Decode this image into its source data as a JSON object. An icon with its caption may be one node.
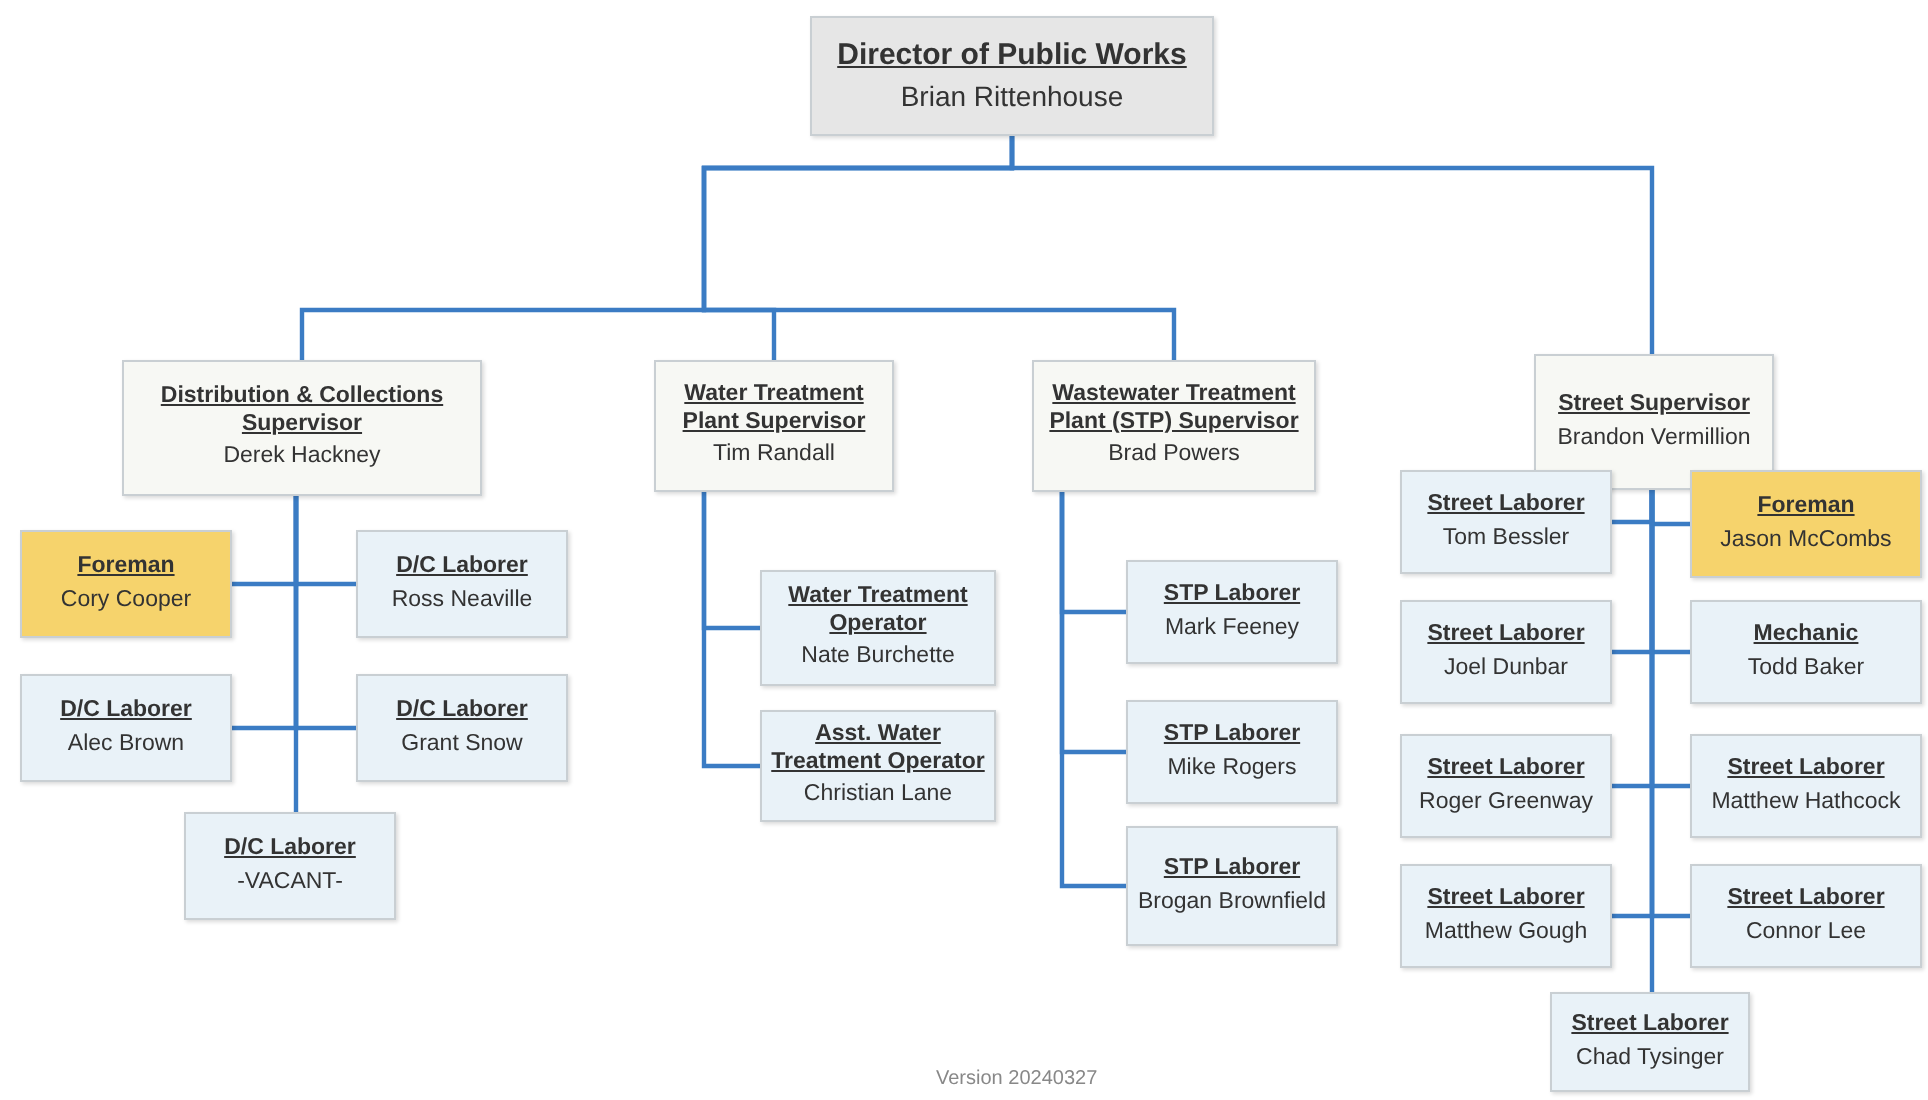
{
  "diagram": {
    "nodes": [
      {
        "text": [
          "Director of Public Works",
          "Brian Rittenhouse"
        ]
      },
      {
        "text": [
          "Distribution & Collections Supervisor",
          "Derek Hackney"
        ]
      },
      {
        "text": [
          "Water Treatment Plant Supervisor",
          "Tim Randall"
        ]
      },
      {
        "text": [
          "Wastewater Treatment Plant (STP) Supervisor",
          "Brad Powers"
        ]
      },
      {
        "text": [
          "Street Supervisor",
          "Brandon Vermillion"
        ]
      },
      {
        "text": [
          "Foreman",
          "Cory Cooper"
        ]
      },
      {
        "text": [
          "D/C Laborer",
          "Ross Neaville"
        ]
      },
      {
        "text": [
          "D/C Laborer",
          "Alec Brown"
        ]
      },
      {
        "text": [
          "D/C Laborer",
          "Grant Snow"
        ]
      },
      {
        "text": [
          "D/C Laborer",
          "-VACANT-"
        ]
      },
      {
        "text": [
          "Water Treatment Operator",
          "Nate Burchette"
        ]
      },
      {
        "text": [
          "Asst. Water Treatment Operator",
          "Christian Lane"
        ]
      },
      {
        "text": [
          "STP Laborer",
          "Mark Feeney"
        ]
      },
      {
        "text": [
          "STP Laborer",
          "Mike Rogers"
        ]
      },
      {
        "text": [
          "STP Laborer",
          "Brogan Brownfield"
        ]
      },
      {
        "text": [
          "Street Laborer",
          "Tom Bessler"
        ]
      },
      {
        "text": [
          "Foreman",
          "Jason McCombs"
        ]
      },
      {
        "text": [
          "Street Laborer",
          "Joel Dunbar"
        ]
      },
      {
        "text": [
          "Mechanic",
          "Todd Baker"
        ]
      },
      {
        "text": [
          "Street Laborer",
          "Roger Greenway"
        ]
      },
      {
        "text": [
          "Street Laborer",
          "Matthew Hathcock"
        ]
      },
      {
        "text": [
          "Street Laborer",
          "Matthew Gough"
        ]
      },
      {
        "text": [
          "Street Laborer",
          "Connor Lee"
        ]
      },
      {
        "text": [
          "Street Laborer",
          "Chad Tysinger"
        ]
      }
    ],
    "edges": [
      {
        "from": 0,
        "to": 1,
        "arrow": "none"
      },
      {
        "from": 0,
        "to": 2,
        "arrow": "none"
      },
      {
        "from": 0,
        "to": 3,
        "arrow": "none"
      },
      {
        "from": 0,
        "to": 4,
        "arrow": "none"
      },
      {
        "from": 1,
        "to": 5,
        "arrow": "none"
      },
      {
        "from": 1,
        "to": 6,
        "arrow": "none"
      },
      {
        "from": 1,
        "to": 7,
        "arrow": "none"
      },
      {
        "from": 1,
        "to": 8,
        "arrow": "none"
      },
      {
        "from": 1,
        "to": 9,
        "arrow": "none"
      },
      {
        "from": 2,
        "to": 10,
        "arrow": "none"
      },
      {
        "from": 2,
        "to": 11,
        "arrow": "none"
      },
      {
        "from": 3,
        "to": 12,
        "arrow": "none"
      },
      {
        "from": 3,
        "to": 13,
        "arrow": "none"
      },
      {
        "from": 3,
        "to": 14,
        "arrow": "none"
      },
      {
        "from": 4,
        "to": 15,
        "arrow": "none"
      },
      {
        "from": 4,
        "to": 16,
        "arrow": "none"
      },
      {
        "from": 4,
        "to": 17,
        "arrow": "none"
      },
      {
        "from": 4,
        "to": 18,
        "arrow": "none"
      },
      {
        "from": 4,
        "to": 19,
        "arrow": "none"
      },
      {
        "from": 4,
        "to": 20,
        "arrow": "none"
      },
      {
        "from": 4,
        "to": 21,
        "arrow": "none"
      },
      {
        "from": 4,
        "to": 22,
        "arrow": "none"
      },
      {
        "from": 4,
        "to": 23,
        "arrow": "none"
      }
    ],
    "labels": [
      "Version 20240327"
    ]
  }
}
